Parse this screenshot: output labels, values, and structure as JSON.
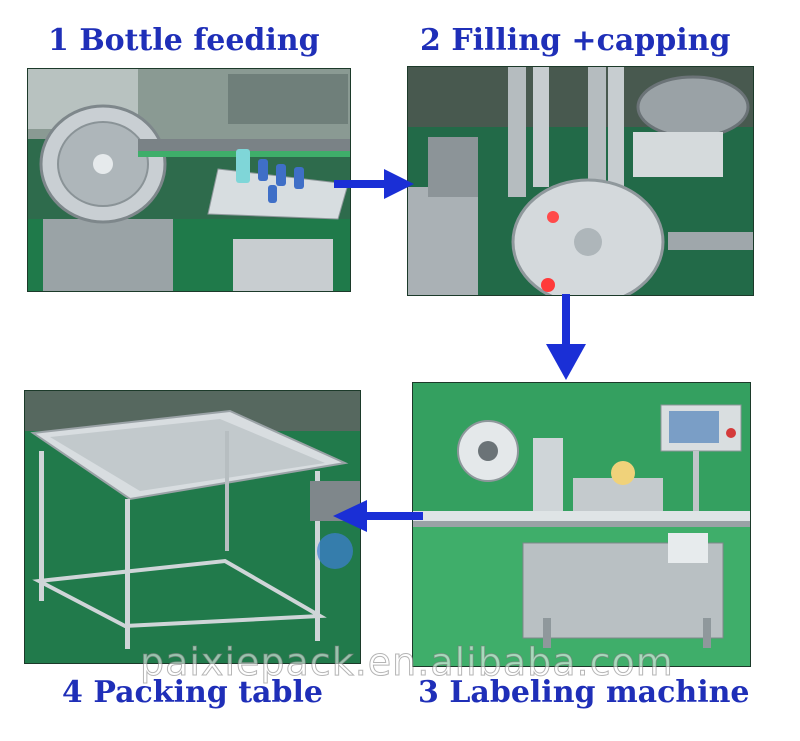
{
  "steps": [
    {
      "number": "1",
      "label": "1 Bottle feeding",
      "photo": "bottle-feeding-machine-photo"
    },
    {
      "number": "2",
      "label": "2 Filling +capping",
      "photo": "filling-capping-machine-photo"
    },
    {
      "number": "3",
      "label": "3 Labeling machine",
      "photo": "labeling-machine-photo"
    },
    {
      "number": "4",
      "label": "4 Packing table",
      "photo": "packing-table-photo"
    }
  ],
  "flow": [
    {
      "from": "1",
      "to": "2",
      "direction": "right"
    },
    {
      "from": "2",
      "to": "3",
      "direction": "down"
    },
    {
      "from": "3",
      "to": "4",
      "direction": "left"
    }
  ],
  "watermark": "paixiepack.en.alibaba.com",
  "colors": {
    "title": "#1f2fb8",
    "arrow": "#1a2fd6",
    "floor_green": "#1f7a4a",
    "steel": "#c9cfd3"
  }
}
